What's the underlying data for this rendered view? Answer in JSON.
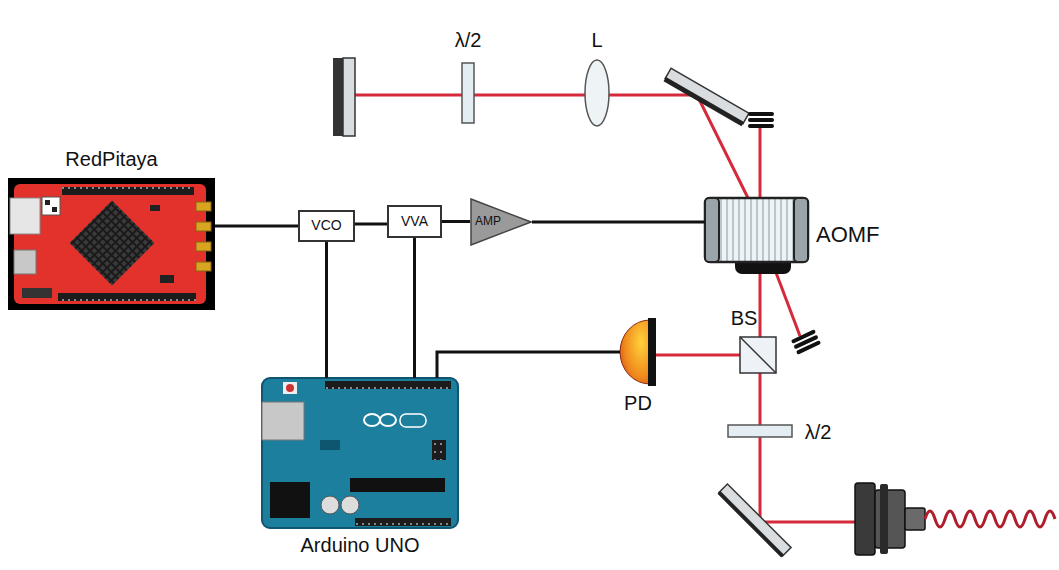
{
  "diagram": {
    "nodes": [
      {
        "text": [
          "RedPitaya"
        ]
      },
      {
        "text": [
          "VCO"
        ]
      },
      {
        "text": [
          "VVA"
        ]
      },
      {
        "text": [
          "AMP"
        ]
      },
      {
        "text": [
          "AOMF"
        ]
      },
      {
        "text": [
          "PD"
        ]
      },
      {
        "text": [
          "Arduino UNO"
        ]
      }
    ],
    "edges": [
      {
        "from": 0,
        "to": 1,
        "arrow": "none"
      },
      {
        "from": 1,
        "to": 2,
        "arrow": "none"
      },
      {
        "from": 2,
        "to": 3,
        "arrow": "none"
      },
      {
        "from": 3,
        "to": 4,
        "arrow": "none"
      },
      {
        "from": 1,
        "to": 6,
        "arrow": "none"
      },
      {
        "from": 2,
        "to": 6,
        "arrow": "none"
      },
      {
        "from": 5,
        "to": 6,
        "arrow": "none"
      }
    ],
    "labels": [
      "λ/2",
      "L",
      "BS",
      "λ/2"
    ]
  }
}
